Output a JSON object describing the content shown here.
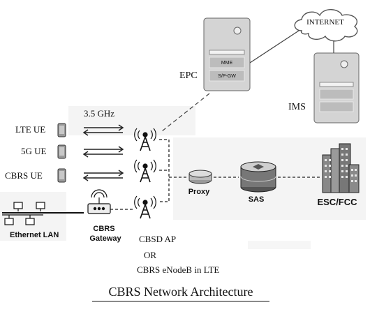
{
  "diagram": {
    "title": "CBRS Network Architecture",
    "frequency_label": "3.5 GHz",
    "cloud": {
      "label": "INTERNET"
    },
    "epc": {
      "label": "EPC",
      "modules": [
        "MME",
        "S/P-GW"
      ]
    },
    "ims": {
      "label": "IMS"
    },
    "ue_devices": [
      {
        "label": "LTE UE"
      },
      {
        "label": "5G UE"
      },
      {
        "label": "CBRS UE"
      }
    ],
    "lan": {
      "label": "Ethernet LAN"
    },
    "gateway": {
      "label_line1": "CBRS",
      "label_line2": "Gateway"
    },
    "access_point": {
      "line1": "CBSD AP",
      "line2": "OR",
      "line3": "CBRS eNodeB in LTE"
    },
    "proxy": {
      "label": "Proxy"
    },
    "sas": {
      "label": "SAS"
    },
    "esc": {
      "label": "ESC/FCC"
    },
    "colors": {
      "ink": "#111111",
      "light_panel": "#f2f2f2",
      "server_body": "#d9d9d9"
    }
  }
}
